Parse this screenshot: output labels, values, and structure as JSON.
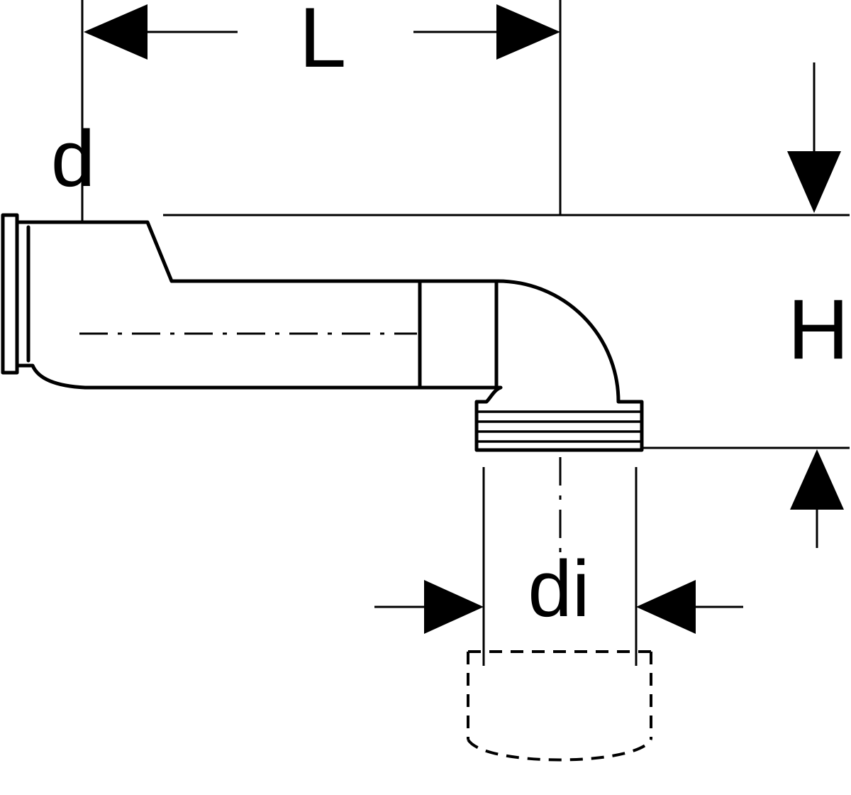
{
  "diagram": {
    "labels": {
      "length": "L",
      "inlet_diameter": "d",
      "height": "H",
      "outlet_inner_diameter": "di"
    },
    "colors": {
      "line": "#000000",
      "background": "#ffffff"
    }
  }
}
